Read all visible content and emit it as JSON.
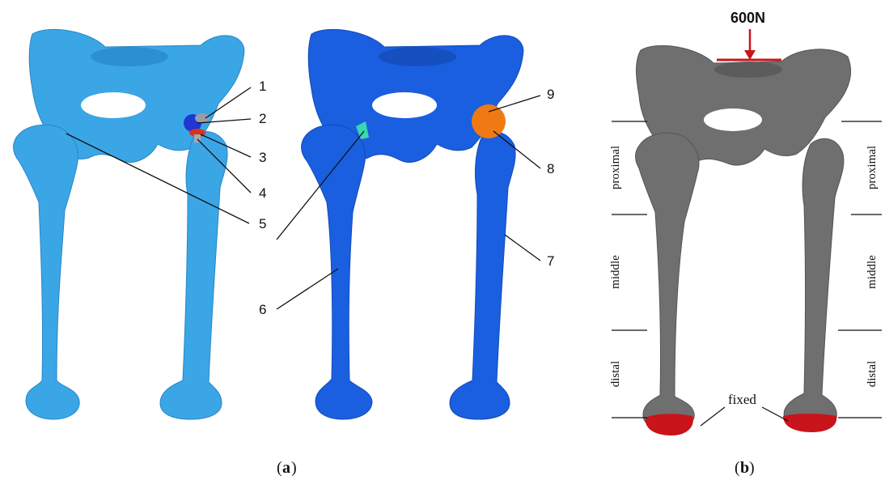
{
  "panel_a": {
    "caption_open": "(",
    "caption_letter": "a",
    "caption_close": ")",
    "bone_color_light": "#3aa6e6",
    "bone_color_dark": "#1a5fe0",
    "implant_orange": "#ef7a14",
    "implant_red": "#d8331c",
    "implant_blue": "#1f38d4",
    "implant_cyan": "#39d6b0",
    "callouts": [
      "1",
      "2",
      "3",
      "4",
      "5",
      "6",
      "7",
      "8",
      "9"
    ]
  },
  "panel_b": {
    "caption_open": "(",
    "caption_letter": "b",
    "caption_close": ")",
    "bone_color": "#6f6f6f",
    "fixed_color": "#c8141a",
    "load_label": "600N",
    "fixed_label": "fixed",
    "region_proximal": "proximal",
    "region_middle": "middle",
    "region_distal": "distal"
  }
}
